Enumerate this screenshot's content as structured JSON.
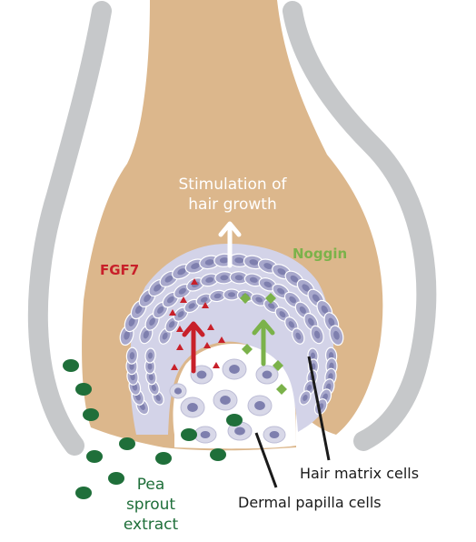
{
  "labels": {
    "stimulation_line1": "Stimulation of",
    "stimulation_line2": "hair growth",
    "fgf7": "FGF7",
    "noggin": "Noggin",
    "hair_matrix": "Hair matrix cells",
    "dermal_papilla": "Dermal papilla cells",
    "pea_line1": "Pea",
    "pea_line2": "sprout",
    "pea_line3": "extract"
  },
  "colors": {
    "follicle_wall": "#c6c8ca",
    "bulb_fill": "#dcb78c",
    "matrix_fill": "#d3d3e8",
    "matrix_cell": "#a8a8cc",
    "matrix_nucleus": "#7e7fae",
    "papilla_cell": "#d8d8e8",
    "fgf7_red": "#c8202a",
    "noggin_green": "#7bb24a",
    "pea_green": "#1f6f3a",
    "arrow_white": "#ffffff",
    "label_black": "#1a1a1a"
  }
}
